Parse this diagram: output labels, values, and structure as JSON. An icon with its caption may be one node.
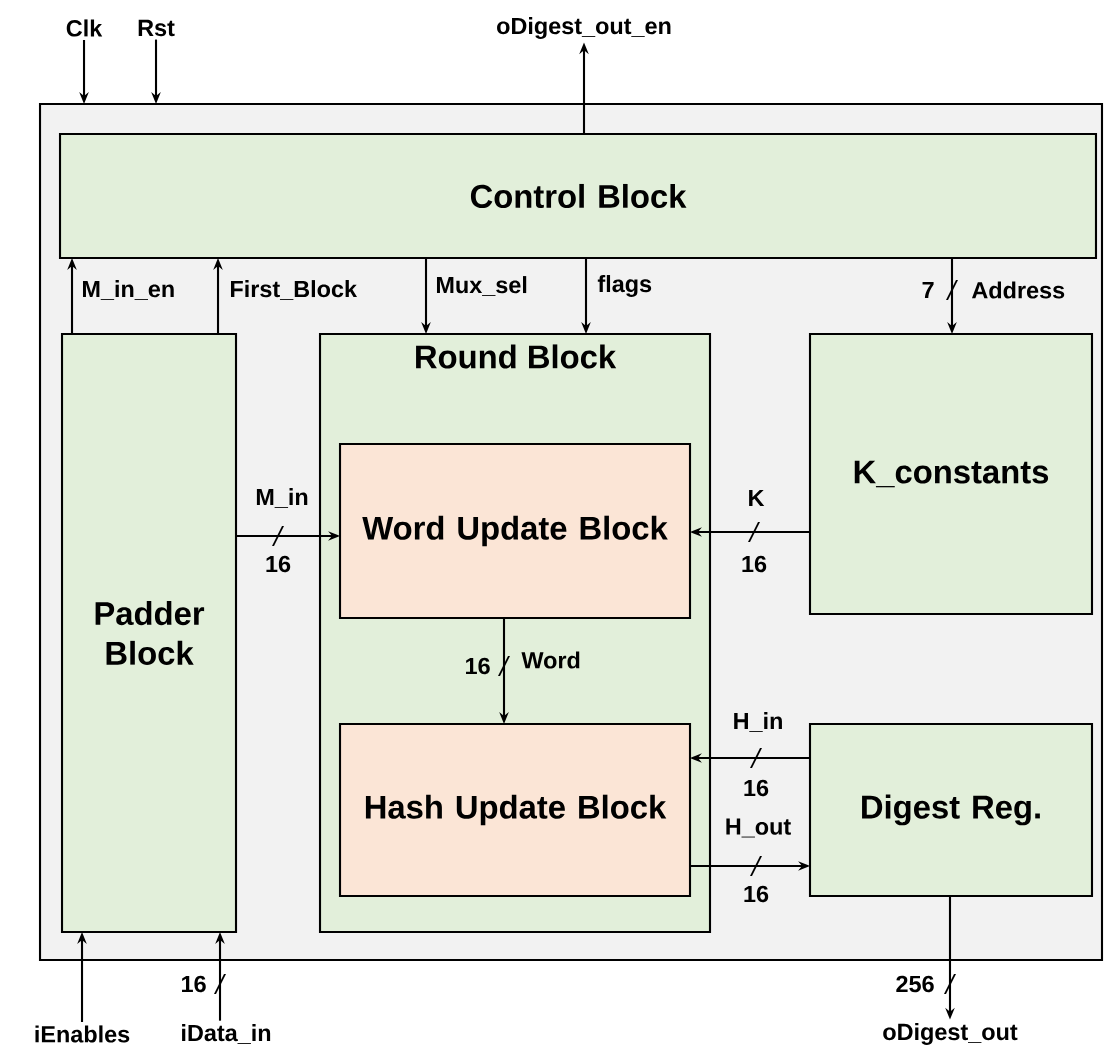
{
  "diagram": {
    "nodes": [
      {
        "text": [],
        "shape": "box"
      },
      {
        "text": [
          "Control Block"
        ],
        "in": 0
      },
      {
        "text": [
          "Padder Block"
        ],
        "in": 0
      },
      {
        "text": [
          "Round Block"
        ],
        "in": 0
      },
      {
        "text": [
          "Word Update Block"
        ],
        "in": 3
      },
      {
        "text": [
          "Hash Update Block"
        ],
        "in": 3
      },
      {
        "text": [
          "K_constants"
        ],
        "in": 0
      },
      {
        "text": [
          "Digest Reg."
        ],
        "in": 0
      },
      {
        "text": [
          "Clk"
        ]
      },
      {
        "text": [
          "Rst"
        ]
      },
      {
        "text": [
          "oDigest_out_en"
        ]
      },
      {
        "text": [
          "iEnables"
        ]
      },
      {
        "text": [
          "iData_in"
        ]
      },
      {
        "text": [
          "oDigest_out"
        ]
      }
    ],
    "edges": [
      {
        "from": 8,
        "to": 0,
        "arrow": "to"
      },
      {
        "from": 9,
        "to": 0,
        "arrow": "to"
      },
      {
        "from": 1,
        "to": 10,
        "arrow": "to"
      },
      {
        "from": 2,
        "to": 1,
        "arrow": "to",
        "label": "M_in_en"
      },
      {
        "from": 2,
        "to": 1,
        "arrow": "to",
        "label": "First_Block"
      },
      {
        "from": 1,
        "to": 3,
        "arrow": "to",
        "label": "Mux_sel"
      },
      {
        "from": 1,
        "to": 3,
        "arrow": "to",
        "label": "flags"
      },
      {
        "from": 1,
        "to": 6,
        "arrow": "to",
        "label": "Address"
      },
      {
        "from": 2,
        "to": 4,
        "arrow": "to",
        "label": "M_in"
      },
      {
        "from": 6,
        "to": 4,
        "arrow": "to",
        "label": "K"
      },
      {
        "from": 4,
        "to": 5,
        "arrow": "to",
        "label": "Word"
      },
      {
        "from": 7,
        "to": 5,
        "arrow": "to",
        "label": "H_in"
      },
      {
        "from": 5,
        "to": 7,
        "arrow": "to",
        "label": "H_out"
      },
      {
        "from": 11,
        "to": 2,
        "arrow": "to"
      },
      {
        "from": 12,
        "to": 2,
        "arrow": "to"
      },
      {
        "from": 7,
        "to": 13,
        "arrow": "to"
      }
    ],
    "labels": [
      "7",
      "16",
      "16",
      "16",
      "16",
      "16",
      "16",
      "256"
    ]
  }
}
